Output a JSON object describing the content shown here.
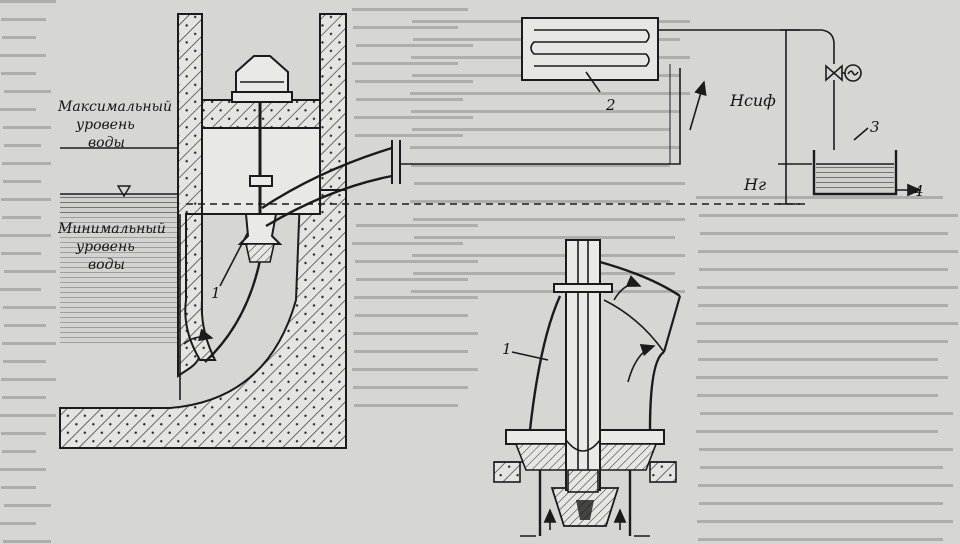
{
  "labels": {
    "max_level": [
      "Максимальный",
      "уровень",
      "воды"
    ],
    "min_level": [
      "Минимальный",
      "уровень",
      "воды"
    ],
    "n1_left": "1",
    "n1_detail": "1",
    "n2": "2",
    "n3": "3",
    "n4": "4",
    "h_siph": "Нсиф",
    "h_g": "Нг"
  },
  "colors": {
    "paper": "#d6d6d2",
    "ink": "#1b1b1b",
    "print_text": "#8e8e8a"
  },
  "icons": {
    "level_marker": "triangle-down",
    "generator": "circle-tilde",
    "valve": "bowtie",
    "flow_arrow": "arrow"
  }
}
